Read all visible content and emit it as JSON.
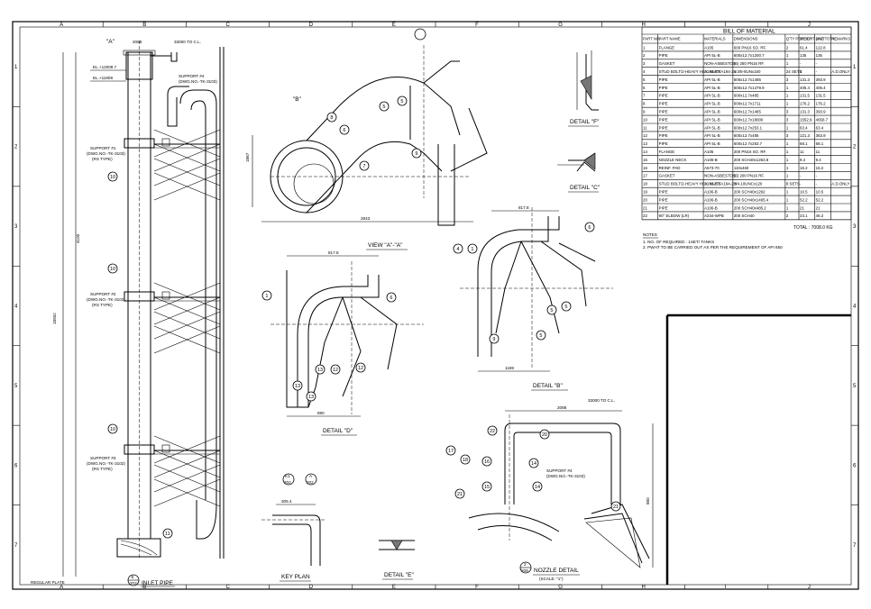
{
  "grid": {
    "columns": [
      "A",
      "B",
      "C",
      "D",
      "E",
      "F",
      "G",
      "H",
      "I",
      "J"
    ],
    "rows": [
      "1",
      "2",
      "3",
      "4",
      "5",
      "6",
      "7"
    ]
  },
  "views": {
    "inlet_pipe": {
      "bubble_top": "E",
      "bubble_bottom": "202",
      "title": "INLET PIPE"
    },
    "view_a": "VIEW \"A\"-\"A\"",
    "detail_b": "DETAIL \"B\"",
    "detail_d": "DETAIL \"D\"",
    "detail_c": "DETAIL \"C\"",
    "detail_f": "DETAIL \"F\"",
    "detail_e": "DETAIL \"E\"",
    "key_plan": {
      "title": "KEY PLAN",
      "dim": "305.4"
    },
    "nozzle_detail": {
      "bubble": "2",
      "code": "209",
      "title": "NOZZLE DETAIL",
      "scale": "(SCALE: \"1\")"
    },
    "arrow_a": "\"A\"",
    "arrow_b": "\"B\"",
    "key_bubble": {
      "top": "K1",
      "bottom": "202"
    },
    "key_bubble_2": {
      "top": "A",
      "bottom": "202"
    }
  },
  "supports": [
    {
      "title": "SUPPORT #1",
      "code": "(DWG.NO.-TK-3103)",
      "type": "(RS TYPE)"
    },
    {
      "title": "SUPPORT #2",
      "code": "(DWG.NO.-TK-3102)",
      "type": "(RS TYPE)"
    },
    {
      "title": "SUPPORT #3",
      "code": "(DWG.NO.-TK-3102)",
      "type": "(RS TYPE)"
    },
    {
      "title": "SUPPORT #4",
      "code": "(DWG.NO.-TK-3103)",
      "type": ""
    }
  ],
  "dims": {
    "top_left": "2088",
    "top_cl": "33000 TO C.L.",
    "el1": "EL.+12009.7",
    "el2": "EL.+11809",
    "vertical_total": "18932",
    "vertical_mid": "4100",
    "view_a_width": "2843",
    "view_a_height": "1867",
    "nozzle_width": "2088",
    "nozzle_cl": "33000 TO C.L.",
    "nozzle_height": "880",
    "detail_b_width": "1169",
    "detail_b_top": "817.8",
    "detail_d_width": "880",
    "detail_d_top": "817.8"
  },
  "bom": {
    "title": "BILL OF MATERIAL",
    "headers": [
      "PART NO.",
      "PART NAME",
      "MATERIALS",
      "DIMENSIONS",
      "Q'TY PER SET",
      "WEIGHT UNIT",
      "(KG) TOTAL",
      "REMARKS"
    ],
    "rows": [
      [
        "1",
        "FLANGE",
        "A105",
        "600 PN16 SO. RF.",
        "2",
        "61.4",
        "122.8",
        ""
      ],
      [
        "2",
        "PIPE",
        "API 5L-B",
        "600x12.7x1200.7",
        "1",
        "135",
        "135",
        ""
      ],
      [
        "3",
        "GASKET",
        "NON-ASBESTOS",
        "(6) 250 PN16 RF.",
        "1",
        "-",
        "-",
        ""
      ],
      [
        "4",
        "STUD BOLT/2-HEAVY HEX. NUTS",
        "A193-B7/A194-2H",
        "1 3/8-8UNx160",
        "24 SETS",
        "1",
        "-",
        "A.D.ONLY"
      ],
      [
        "5",
        "PIPE",
        "API 5L-B",
        "600x12.7x1485",
        "3",
        "131.3",
        "393.9",
        ""
      ],
      [
        "6",
        "PIPE",
        "API 5L-B",
        "600x12.7x1479.9",
        "1",
        "405.4",
        "405.4",
        ""
      ],
      [
        "7",
        "PIPE",
        "API 5L-B",
        "600x12.7x485",
        "1",
        "131.5",
        "131.5",
        ""
      ],
      [
        "8",
        "PIPE",
        "API 5L-B",
        "600x12.7x1711",
        "1",
        "176.2",
        "176.2",
        ""
      ],
      [
        "9",
        "PIPE",
        "API 5L-B",
        "600x12.7x1485",
        "3",
        "131.3",
        "393.9",
        ""
      ],
      [
        "10",
        "PIPE",
        "API 5L-B",
        "600x12.7x18000",
        "3",
        "1552.9",
        "4658.7",
        ""
      ],
      [
        "11",
        "PIPE",
        "API 5L-B",
        "600x12.7x253.1",
        "1",
        "63.4",
        "63.4",
        ""
      ],
      [
        "12",
        "PIPE",
        "API 5L-B",
        "600x12.7x485",
        "3",
        "121.3",
        "363.9",
        ""
      ],
      [
        "13",
        "PIPE",
        "API 5L-B",
        "600x12.7x253.7",
        "1",
        "68.1",
        "68.1",
        ""
      ],
      [
        "14",
        "FLANGE",
        "A105",
        "200 PN16 SO. RF.",
        "1",
        "11",
        "11",
        ""
      ],
      [
        "15",
        "NOZZLE NECK",
        "A106-B",
        "200 SCH40x1263.8",
        "1",
        "9.4",
        "9.4",
        ""
      ],
      [
        "16",
        "REINF. PAD",
        "A573-70",
        "110x460",
        "1",
        "16.2",
        "16.2",
        ""
      ],
      [
        "17",
        "GASKET",
        "NON-ASBESTOS",
        "(6) 200 PN16 RF.",
        "1",
        "-",
        "-",
        ""
      ],
      [
        "18",
        "STUD BOLT/2-HEAVY HEX. NUTS",
        "A193-B7/A194-2H",
        "3/4-10UNCx120",
        "8 SETS",
        "-",
        "-",
        "A.D.ONLY"
      ],
      [
        "19",
        "PIPE",
        "A106-B",
        "200 SCH40x1292",
        "1",
        "10.5",
        "10.5",
        ""
      ],
      [
        "20",
        "PIPE",
        "A106-B",
        "200 SCH40x1495.4",
        "1",
        "52.2",
        "52.2",
        ""
      ],
      [
        "21",
        "PIPE",
        "A106-B",
        "200 SCH40x485.2",
        "1",
        "21",
        "21",
        ""
      ],
      [
        "22",
        "90° ELBOW (LR)",
        "A234-WPB",
        "200 SCH40",
        "2",
        "23.1",
        "46.2",
        ""
      ]
    ],
    "total": "TOTAL : 7008.0 KG"
  },
  "notes": {
    "title": "NOTES",
    "lines": [
      "1. NO. OF REQUIRED : 1SET/ TANKS",
      "2. PWHT TO BE CARRIED OUT AS PER THE REQUIREMENT OF API 650"
    ]
  },
  "left_footer": "REGULAR PLATE"
}
